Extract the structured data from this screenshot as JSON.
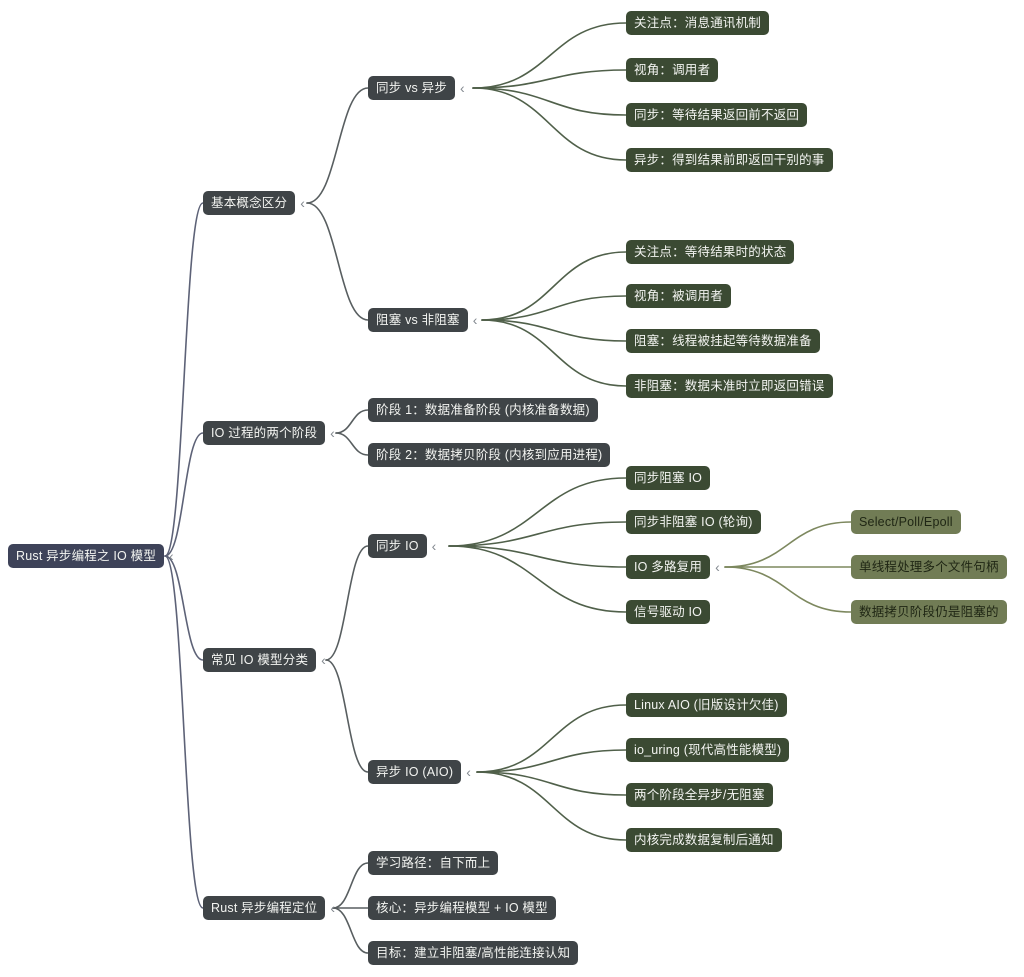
{
  "title": "Rust 异步编程之 IO 模型",
  "diagram_type": "mindmap",
  "ui": {
    "collapse_glyph": "‹"
  },
  "colors": {
    "background": "#ffffff",
    "root_fill": "#3e4359",
    "branch_fill": "#3f4447",
    "leaf_green_fill": "#3b4a33",
    "leaf_olive_fill": "#717c55",
    "text_on_dark": "#f3f4f1",
    "text_on_olive": "#1f2614",
    "edge_root": "#5d6277",
    "edge_gray": "#585e60",
    "edge_green": "#50604a",
    "edge_olive": "#7d885f",
    "toggle": "#82888f"
  },
  "nodes": [
    {
      "id": "root",
      "label": "Rust 异步编程之 IO 模型",
      "level": 0,
      "parent": null
    },
    {
      "id": "basic-concepts",
      "label": "基本概念区分",
      "level": 1,
      "parent": "root"
    },
    {
      "id": "sync-vs-async",
      "label": "同步 vs 异步",
      "level": 2,
      "parent": "basic-concepts"
    },
    {
      "id": "focus-message-mechanism",
      "label": "关注点：消息通讯机制",
      "level": 3,
      "parent": "sync-vs-async"
    },
    {
      "id": "perspective-caller",
      "label": "视角：调用者",
      "level": 3,
      "parent": "sync-vs-async"
    },
    {
      "id": "sync-definition",
      "label": "同步：等待结果返回前不返回",
      "level": 3,
      "parent": "sync-vs-async"
    },
    {
      "id": "async-definition",
      "label": "异步：得到结果前即返回干别的事",
      "level": 3,
      "parent": "sync-vs-async"
    },
    {
      "id": "blocking-vs-nonblocking",
      "label": "阻塞 vs 非阻塞",
      "level": 2,
      "parent": "basic-concepts"
    },
    {
      "id": "focus-waiting-state",
      "label": "关注点：等待结果时的状态",
      "level": 3,
      "parent": "blocking-vs-nonblocking"
    },
    {
      "id": "perspective-callee",
      "label": "视角：被调用者",
      "level": 3,
      "parent": "blocking-vs-nonblocking"
    },
    {
      "id": "blocking-definition",
      "label": "阻塞：线程被挂起等待数据准备",
      "level": 3,
      "parent": "blocking-vs-nonblocking"
    },
    {
      "id": "nonblocking-definition",
      "label": "非阻塞：数据未准时立即返回错误",
      "level": 3,
      "parent": "blocking-vs-nonblocking"
    },
    {
      "id": "io-two-phases",
      "label": "IO 过程的两个阶段",
      "level": 1,
      "parent": "root"
    },
    {
      "id": "phase-1",
      "label": "阶段 1：数据准备阶段 (内核准备数据)",
      "level": 2,
      "parent": "io-two-phases"
    },
    {
      "id": "phase-2",
      "label": "阶段 2：数据拷贝阶段 (内核到应用进程)",
      "level": 2,
      "parent": "io-two-phases"
    },
    {
      "id": "io-model-categories",
      "label": "常见 IO 模型分类",
      "level": 1,
      "parent": "root"
    },
    {
      "id": "sync-io",
      "label": "同步 IO",
      "level": 2,
      "parent": "io-model-categories"
    },
    {
      "id": "sync-blocking-io",
      "label": "同步阻塞 IO",
      "level": 3,
      "parent": "sync-io"
    },
    {
      "id": "sync-nonblocking-io",
      "label": "同步非阻塞 IO (轮询)",
      "level": 3,
      "parent": "sync-io"
    },
    {
      "id": "io-multiplexing",
      "label": "IO 多路复用",
      "level": 3,
      "parent": "sync-io"
    },
    {
      "id": "select-poll-epoll",
      "label": "Select/Poll/Epoll",
      "level": 4,
      "parent": "io-multiplexing"
    },
    {
      "id": "single-thread-multi-fd",
      "label": "单线程处理多个文件句柄",
      "level": 4,
      "parent": "io-multiplexing"
    },
    {
      "id": "copy-phase-still-blocking",
      "label": "数据拷贝阶段仍是阻塞的",
      "level": 4,
      "parent": "io-multiplexing"
    },
    {
      "id": "signal-driven-io",
      "label": "信号驱动 IO",
      "level": 3,
      "parent": "sync-io"
    },
    {
      "id": "async-io-aio",
      "label": "异步 IO (AIO)",
      "level": 2,
      "parent": "io-model-categories"
    },
    {
      "id": "linux-aio",
      "label": "Linux AIO (旧版设计欠佳)",
      "level": 3,
      "parent": "async-io-aio"
    },
    {
      "id": "io-uring",
      "label": "io_uring (现代高性能模型)",
      "level": 3,
      "parent": "async-io-aio"
    },
    {
      "id": "both-phases-async",
      "label": "两个阶段全异步/无阻塞",
      "level": 3,
      "parent": "async-io-aio"
    },
    {
      "id": "kernel-notify-after-copy",
      "label": "内核完成数据复制后通知",
      "level": 3,
      "parent": "async-io-aio"
    },
    {
      "id": "rust-async-positioning",
      "label": "Rust 异步编程定位",
      "level": 1,
      "parent": "root"
    },
    {
      "id": "learning-path",
      "label": "学习路径：自下而上",
      "level": 2,
      "parent": "rust-async-positioning"
    },
    {
      "id": "core",
      "label": "核心：异步编程模型 + IO 模型",
      "level": 2,
      "parent": "rust-async-positioning"
    },
    {
      "id": "goal",
      "label": "目标：建立非阻塞/高性能连接认知",
      "level": 2,
      "parent": "rust-async-positioning"
    }
  ]
}
